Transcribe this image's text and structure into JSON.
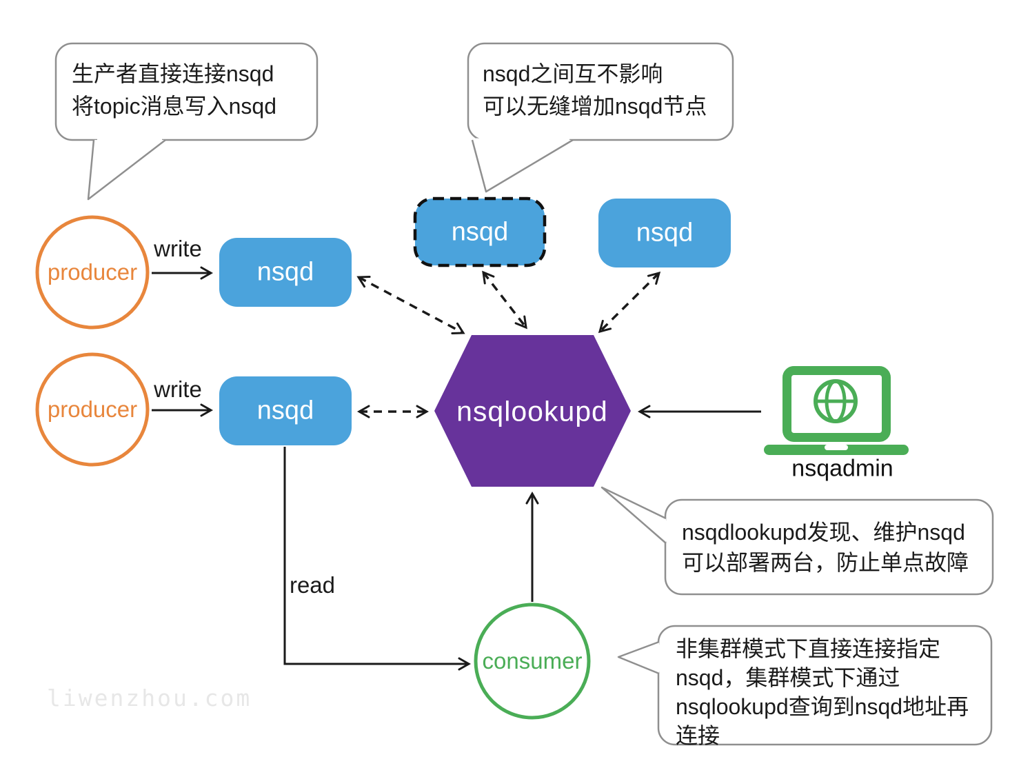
{
  "notes": {
    "producer": "生产者直接连接nsqd\n将topic消息写入nsqd",
    "scale": "nsqd之间互不影响\n可以无缝增加nsqd节点",
    "lookupd": "nsqdlookupd发现、维护nsqd\n可以部署两台，防止单点故障",
    "consumer": "非集群模式下直接连接指定\nnsqd，集群模式下通过\nnsqlookupd查询到nsqd地址再\n连接"
  },
  "nodes": {
    "producer_top": {
      "label": "producer"
    },
    "producer_bottom": {
      "label": "producer"
    },
    "nsqd_left_top": {
      "label": "nsqd"
    },
    "nsqd_left_bottom": {
      "label": "nsqd"
    },
    "nsqd_dashed": {
      "label": "nsqd"
    },
    "nsqd_right": {
      "label": "nsqd"
    },
    "nsqlookupd": {
      "label": "nsqlookupd"
    },
    "nsqadmin": {
      "label": "nsqadmin"
    },
    "consumer": {
      "label": "consumer"
    }
  },
  "edges": {
    "write_top": {
      "label": "write"
    },
    "write_bottom": {
      "label": "write"
    },
    "read": {
      "label": "read"
    }
  },
  "watermark": "liwenzhou.com",
  "colors": {
    "nsqd_blue": "#4BA3DC",
    "lookupd_purple": "#67339B",
    "producer_orange": "#E8863C",
    "green": "#4AAD56",
    "arrow_black": "#1A1A1A",
    "bubble_border": "#8F8F8F"
  }
}
